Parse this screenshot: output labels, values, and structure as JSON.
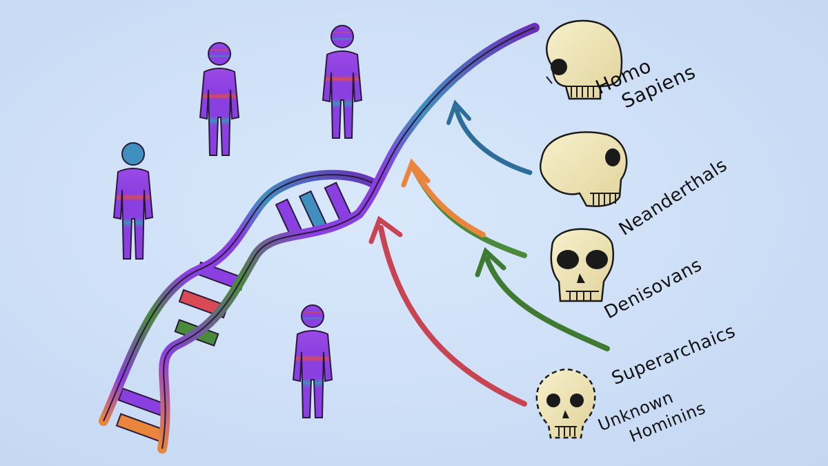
{
  "colors": {
    "background": "#cfe0f7",
    "purple": "#8a3fe0",
    "dark_purple": "#4b2377",
    "blue": "#3f8fbf",
    "red": "#d94a55",
    "green": "#4a8a3a",
    "orange": "#e9853c",
    "bone": "#efe6b8",
    "outline": "#1a1a1a"
  },
  "labels": {
    "homo_sapiens": [
      "Homo",
      "Sapiens"
    ],
    "neanderthals": "Neanderthals",
    "denisovans": "Denisovans",
    "superarchaics": "Superarchaics",
    "unknown_hominins": [
      "Unknown",
      "Hominins"
    ]
  },
  "icons": [
    "human-figure-icon",
    "skull-icon",
    "dna-helix-icon",
    "arrow-icon"
  ]
}
